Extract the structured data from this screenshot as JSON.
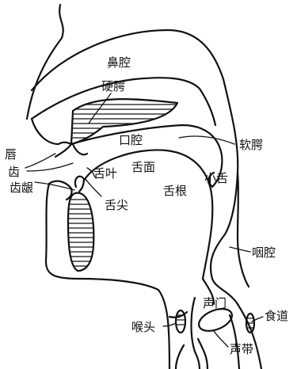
{
  "labels": {
    "nasal_cavity": "鼻腔",
    "hard_palate": "硬腭",
    "oral_cavity": "口腔",
    "soft_palate": "软腭",
    "lips": "唇",
    "teeth": "齿",
    "alveolar_ridge": "齿龈",
    "tongue_blade": "舌叶",
    "tongue_surface": "舌面",
    "uvula": "小舌",
    "tongue_tip": "舌尖",
    "tongue_root": "舌根",
    "pharynx": "咽腔",
    "glottis": "声门",
    "esophagus": "食道",
    "larynx": "喉头",
    "vocal_cords": "声带"
  },
  "colors": {
    "ink": "#111111",
    "background": "#ffffff"
  }
}
